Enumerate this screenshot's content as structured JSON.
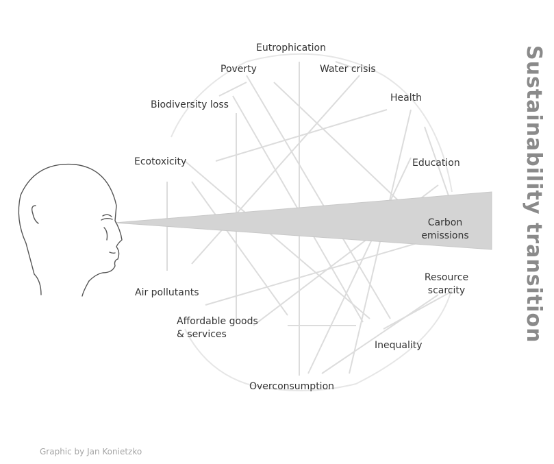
{
  "title": "Sustainability transition",
  "credit": "Graphic by Jan Konietzko",
  "nodes": {
    "eutrophication": "Eutrophication",
    "poverty": "Poverty",
    "water_crisis": "Water crisis",
    "biodiversity_loss": "Biodiversity loss",
    "health": "Health",
    "ecotoxicity": "Ecotoxicity",
    "education": "Education",
    "carbon_emissions": "Carbon\nemissions",
    "air_pollutants": "Air pollutants",
    "resource_scarcity": "Resource\nscarcity",
    "affordable_goods": "Affordable goods\n& services",
    "inequality": "Inequality",
    "overconsumption": "Overconsumption"
  },
  "colors": {
    "background": "#ffffff",
    "text": "#333333",
    "title": "#8a8a8a",
    "credit": "#a5a5a5",
    "links": "#dcdcdc",
    "cone": "#d4d4d4",
    "face_outline": "#555555"
  },
  "icons": [
    "human-head-profile-icon",
    "vision-cone-icon"
  ]
}
